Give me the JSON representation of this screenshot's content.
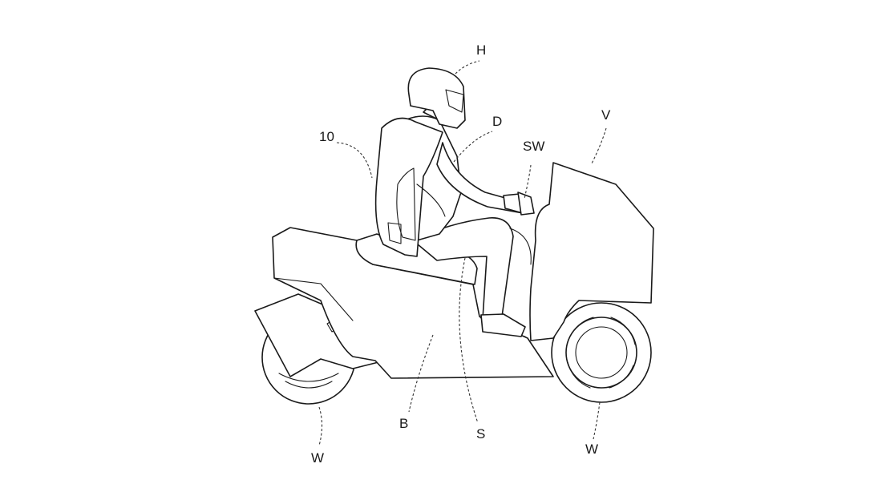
{
  "labels": {
    "helmet": "H",
    "vest": "10",
    "driver": "D",
    "steering": "SW",
    "vehicle": "V",
    "wheel_rear": "W",
    "wheel_front": "W",
    "body": "B",
    "seat": "S"
  },
  "colors": {
    "line": "#1a1a1a",
    "background": "#ffffff"
  }
}
